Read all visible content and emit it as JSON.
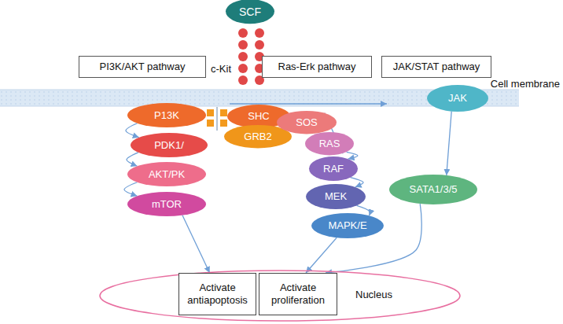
{
  "diagram": {
    "nodes": [
      {
        "text": [
          "SCF"
        ]
      },
      {
        "text": [
          "PI3K/AKT pathway"
        ]
      },
      {
        "text": [
          "Ras-Erk pathway"
        ]
      },
      {
        "text": [
          "JAK/STAT pathway"
        ]
      },
      {
        "text": [
          "P13K"
        ]
      },
      {
        "text": [
          "PDK1/"
        ]
      },
      {
        "text": [
          "AKT/PK"
        ]
      },
      {
        "text": [
          "mTOR"
        ]
      },
      {
        "text": [
          "SHC"
        ]
      },
      {
        "text": [
          "GRB2"
        ]
      },
      {
        "text": [
          "SOS"
        ]
      },
      {
        "text": [
          "RAS"
        ]
      },
      {
        "text": [
          "RAF"
        ]
      },
      {
        "text": [
          "MEK"
        ]
      },
      {
        "text": [
          "MAPK/E"
        ]
      },
      {
        "text": [
          "JAK"
        ]
      },
      {
        "text": [
          "SATA1/3/5"
        ]
      },
      {
        "text": [
          "Nucleus"
        ]
      },
      {
        "text": [
          "Activate antiapoptosis"
        ],
        "in": 17
      },
      {
        "text": [
          "Activate proliferation"
        ],
        "in": 17
      }
    ],
    "edges": [
      {
        "from": 4,
        "to": 5,
        "arrow": "to"
      },
      {
        "from": 5,
        "to": 6,
        "arrow": "to"
      },
      {
        "from": 6,
        "to": 7,
        "arrow": "to"
      },
      {
        "from": 7,
        "to": 18,
        "arrow": "to"
      },
      {
        "from": 10,
        "to": 11,
        "arrow": "to"
      },
      {
        "from": 11,
        "to": 12,
        "arrow": "to"
      },
      {
        "from": 12,
        "to": 13,
        "arrow": "to"
      },
      {
        "from": 13,
        "to": 14,
        "arrow": "to"
      },
      {
        "from": 14,
        "to": 19,
        "arrow": "to"
      },
      {
        "from": 15,
        "to": 16,
        "arrow": "to"
      },
      {
        "from": 16,
        "to": 19,
        "arrow": "to"
      }
    ],
    "labels": [
      "c-Kit",
      "Cell membrane"
    ]
  }
}
